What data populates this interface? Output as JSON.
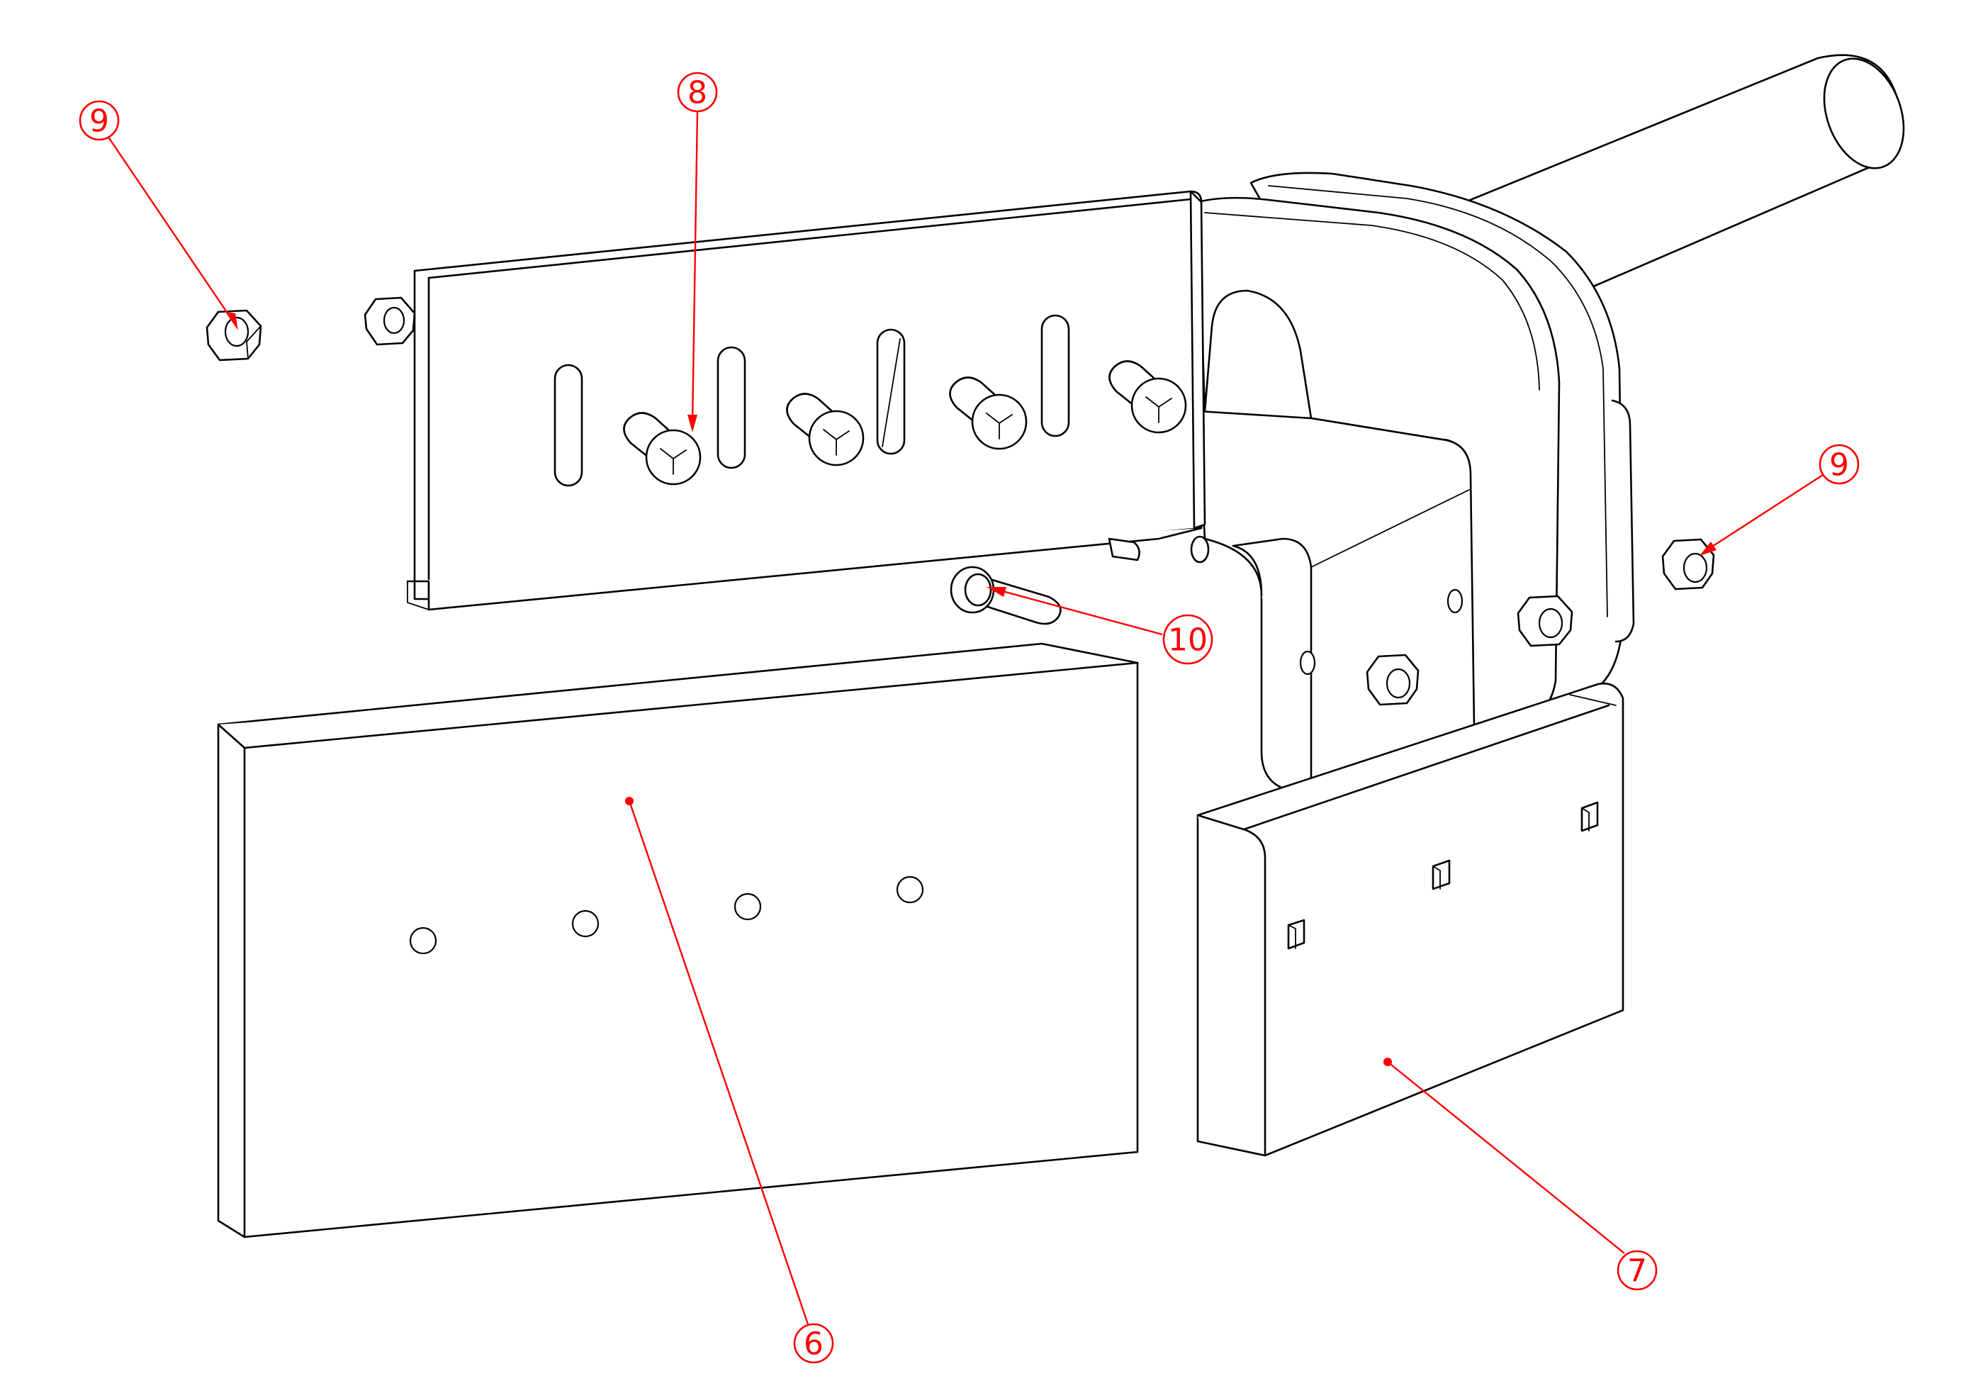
{
  "colors": {
    "line": "#000000",
    "callout": "#ff0000",
    "background": "#ffffff"
  },
  "callouts": [
    {
      "id": "nut-left",
      "label": "9"
    },
    {
      "id": "bolt",
      "label": "8"
    },
    {
      "id": "nut-right",
      "label": "9"
    },
    {
      "id": "pin",
      "label": "10"
    },
    {
      "id": "large-pad",
      "label": "6"
    },
    {
      "id": "small-pad",
      "label": "7"
    }
  ]
}
